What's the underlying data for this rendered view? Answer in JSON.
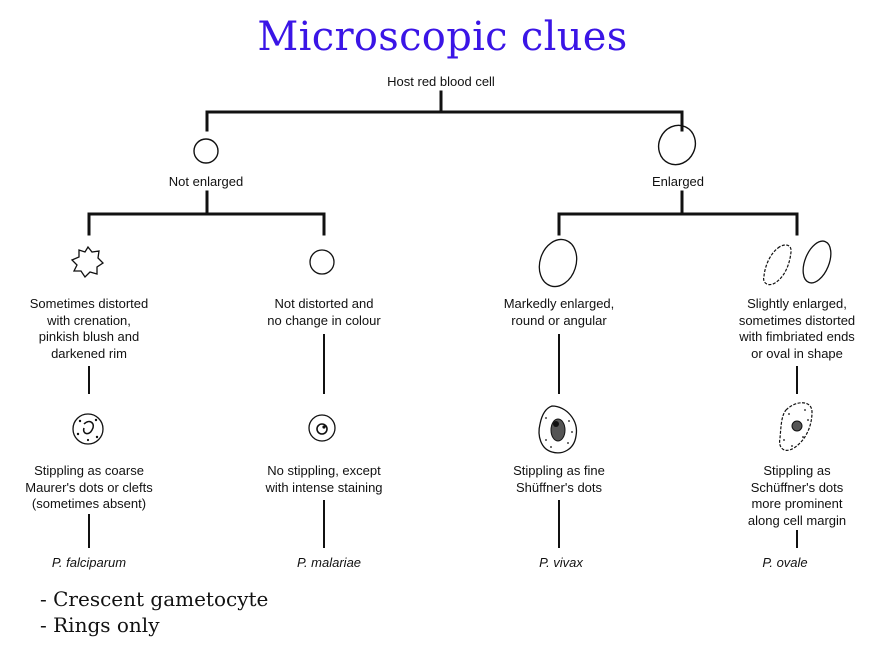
{
  "title": "Microscopic clues",
  "root": "Host red blood cell",
  "groups": {
    "not_enlarged": "Not enlarged",
    "enlarged": "Enlarged"
  },
  "branches": [
    {
      "appearance": "Sometimes distorted\nwith crenation,\npinkish blush and\ndarkened rim",
      "stippling": "Stippling as coarse\nMaurer's dots or clefts\n(sometimes absent)",
      "species": "P. falciparum"
    },
    {
      "appearance": "Not distorted and\nno change in colour",
      "stippling": "No stippling, except\nwith intense staining",
      "species": "P. malariae"
    },
    {
      "appearance": "Markedly enlarged,\nround or angular",
      "stippling": "Stippling as fine\nShüffner's dots",
      "species": "P. vivax"
    },
    {
      "appearance": "Slightly enlarged,\nsometimes distorted\nwith fimbriated ends\nor oval in shape",
      "stippling": "Stippling as\nSchüffner's dots\nmore prominent\nalong cell margin",
      "species": "P. ovale"
    }
  ],
  "notes": [
    "- Crescent gametocyte",
    "- Rings only"
  ]
}
